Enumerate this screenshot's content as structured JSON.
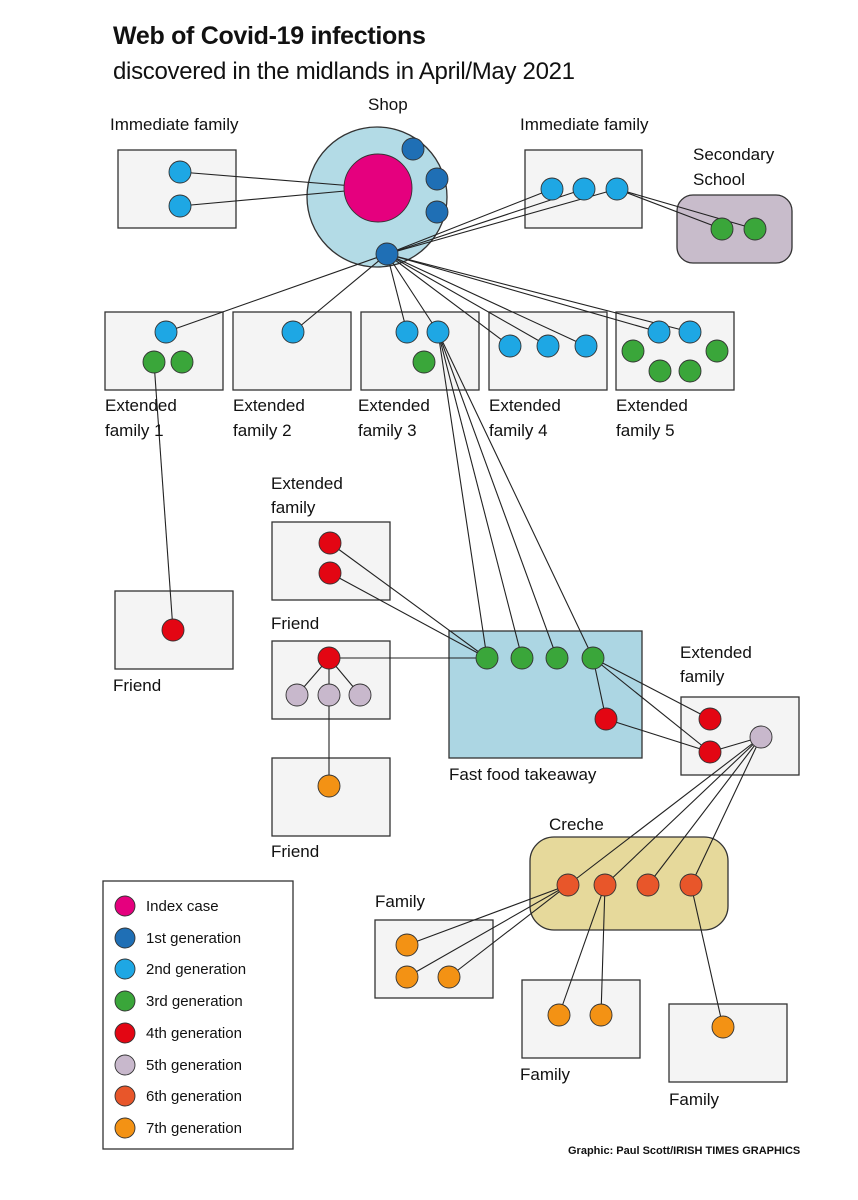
{
  "title": "Web of Covid-19 infections",
  "subtitle": "discovered in the midlands in April/May 2021",
  "labels": {
    "shop": "Shop",
    "immediate_family_left": "Immediate family",
    "immediate_family_right": "Immediate family",
    "secondary_school": [
      "Secondary",
      "School"
    ],
    "extended_family_1": [
      "Extended",
      "family 1"
    ],
    "extended_family_2": [
      "Extended",
      "family 2"
    ],
    "extended_family_3": [
      "Extended",
      "family 3"
    ],
    "extended_family_4": [
      "Extended",
      "family 4"
    ],
    "extended_family_5": [
      "Extended",
      "family 5"
    ],
    "extended_family_mid": [
      "Extended",
      "family"
    ],
    "friend_left": "Friend",
    "friend_mid": "Friend",
    "friend_bottom": "Friend",
    "fast_food_takeaway": "Fast food takeaway",
    "extended_family_right": [
      "Extended",
      "family"
    ],
    "creche": "Creche",
    "family_left": "Family",
    "family_mid": "Family",
    "family_right": "Family"
  },
  "legend": [
    {
      "label": "Index case",
      "color": "#e5007e"
    },
    {
      "label": "1st generation",
      "color": "#1f6fb5"
    },
    {
      "label": "2nd generation",
      "color": "#1ea7e4"
    },
    {
      "label": "3rd generation",
      "color": "#3aa63a"
    },
    {
      "label": "4th generation",
      "color": "#e30613"
    },
    {
      "label": "5th generation",
      "color": "#c8b8cc"
    },
    {
      "label": "6th generation",
      "color": "#e8562a"
    },
    {
      "label": "7th generation",
      "color": "#f39214"
    }
  ],
  "group_colors": {
    "shop": "#b3dbe6",
    "school": "#c8bccb",
    "takeaway": "#acd6e3",
    "creche": "#e6d99b"
  },
  "credit": "Graphic: Paul Scott/IRISH TIMES GRAPHICS"
}
